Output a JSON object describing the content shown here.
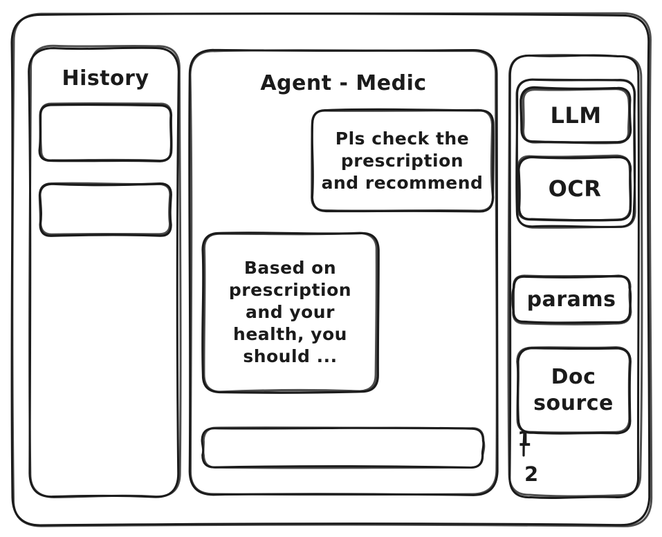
{
  "window": {
    "name": "wireframe-window"
  },
  "sidebar_history": {
    "title": "History",
    "items": [
      {
        "label": ""
      },
      {
        "label": ""
      }
    ]
  },
  "main": {
    "title": "Agent - Medic",
    "messages": [
      {
        "role": "user",
        "text": "Pls check the\nprescription\nand recommend"
      },
      {
        "role": "agent",
        "text": "Based on\nprescription\nand your\nhealth, you\nshould ..."
      }
    ],
    "composer": {
      "value": "",
      "placeholder": ""
    }
  },
  "sidebar_tools": {
    "model_buttons": [
      {
        "label": "LLM"
      },
      {
        "label": "OCR"
      }
    ],
    "params_label": "params",
    "doc_source_label": "Doc\nsource",
    "doc_source_items": [
      {
        "label": "1"
      },
      {
        "label": "2"
      }
    ]
  },
  "style": {
    "stroke_color": "#1b1b1b",
    "background_color": "#ffffff"
  }
}
